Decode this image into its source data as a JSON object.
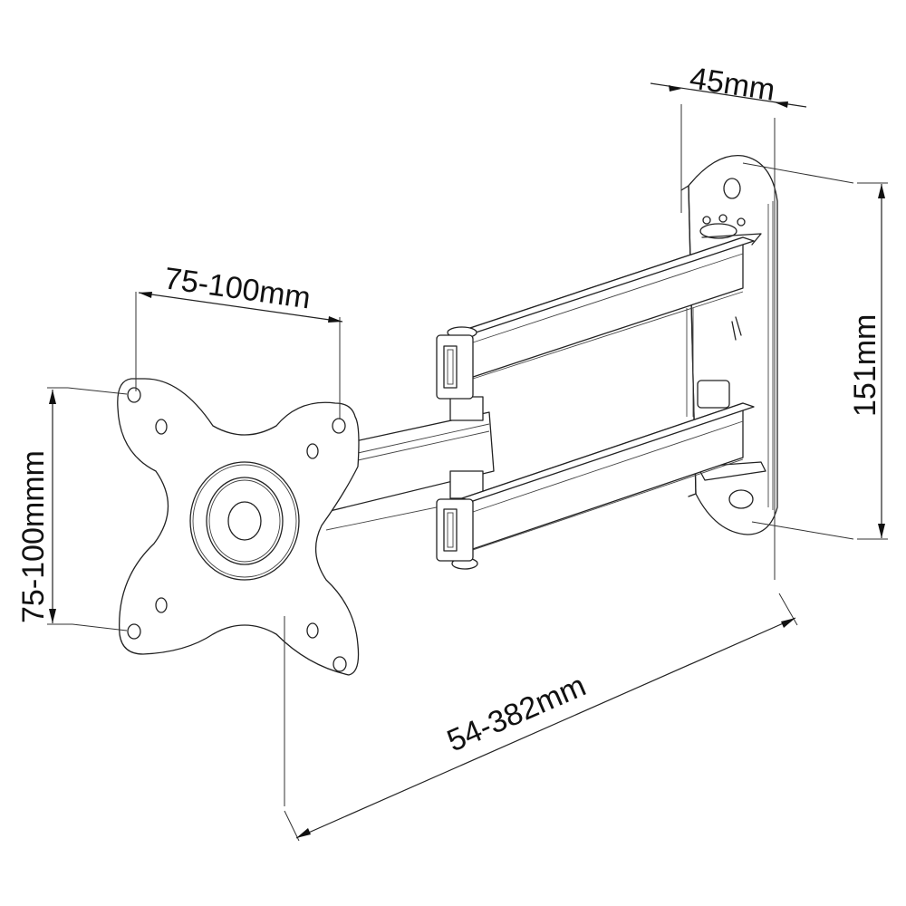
{
  "diagram": {
    "subject": "Full-motion monitor wall mount arm",
    "colors": {
      "line": "#222222",
      "background": "#ffffff"
    },
    "dimensions": {
      "bracket_depth": "45mm",
      "vesa_horizontal": "75-100mm",
      "vesa_vertical": "75-100mmm",
      "wall_plate_height": "151mm",
      "arm_extension": "54-382mm"
    },
    "components": [
      "VESA plate",
      "short arm",
      "upper long arm",
      "lower long arm",
      "pivot end caps",
      "wall plate"
    ]
  }
}
